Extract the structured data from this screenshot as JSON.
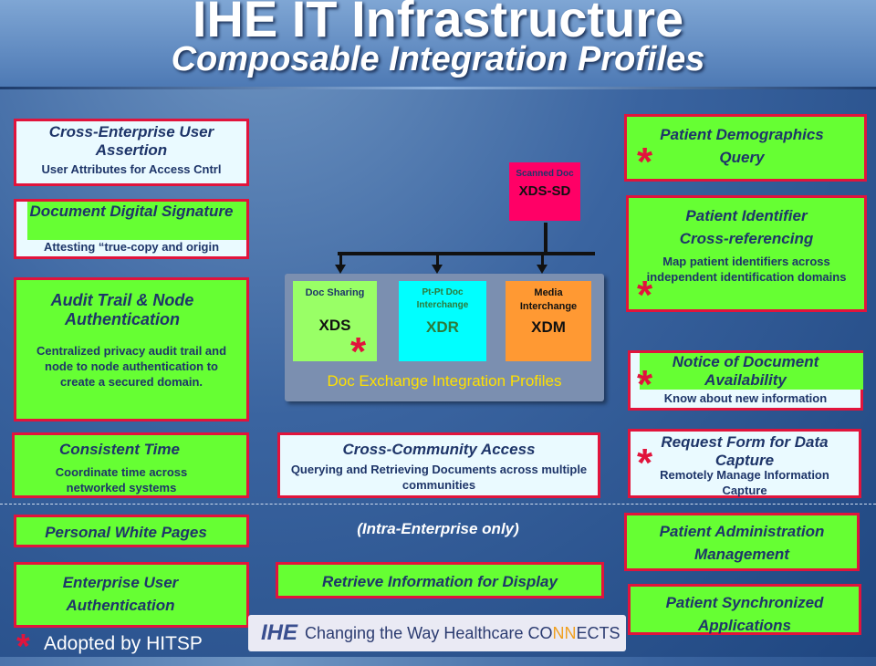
{
  "title": {
    "main": "IHE IT Infrastructure",
    "sub": "Composable Integration Profiles"
  },
  "left": {
    "xua": {
      "title": "Cross-Enterprise User Assertion",
      "desc": "User Attributes for Access Cntrl"
    },
    "dsg": {
      "title": "Document Digital Signature",
      "desc": "Attesting “true-copy and origin"
    },
    "atna": {
      "title": "Audit Trail & Node Authentication",
      "desc": "Centralized privacy audit trail and node to node authentication to create a secured domain."
    },
    "ct": {
      "title": "Consistent Time",
      "desc": "Coordinate time across networked systems"
    },
    "pwp": {
      "title": "Personal White Pages"
    },
    "eua": {
      "title": "Enterprise User Authentication"
    }
  },
  "center": {
    "xdssd": {
      "small": "Scanned Doc",
      "big": "XDS-SD"
    },
    "xds": {
      "small": "Doc Sharing",
      "big": "XDS"
    },
    "xdr": {
      "small": "Pt-Pt Doc Interchange",
      "big": "XDR"
    },
    "xdm": {
      "small": "Media Interchange",
      "big": "XDM"
    },
    "group_label": "Doc Exchange Integration Profiles",
    "xca": {
      "title": "Cross-Community Access",
      "desc": "Querying and Retrieving Documents across multiple communities"
    },
    "intra": "(Intra-Enterprise only)",
    "rid": {
      "title": "Retrieve Information for Display"
    }
  },
  "right": {
    "pdq": {
      "title": "Patient Demographics Query"
    },
    "pix": {
      "title": "Patient Identifier Cross-referencing",
      "desc": "Map patient identifiers across independent identification domains"
    },
    "nav": {
      "title": "Notice of Document Availability",
      "desc": "Know about new information"
    },
    "rfd": {
      "title": "Request Form for Data Capture",
      "desc": "Remotely Manage Information Capture"
    },
    "pam": {
      "title": "Patient Administration Management"
    },
    "psa": {
      "title": "Patient Synchronized Applications"
    }
  },
  "legend": {
    "star": "*",
    "label": "Adopted by HITSP"
  },
  "footer": {
    "logo": "IHE",
    "tagline_a": "Changing the Way Healthcare C",
    "tagline_b": "O",
    "tagline_c": "NN",
    "tagline_d": "ECTS"
  },
  "colors": {
    "red_border": "#e1143c",
    "green": "#66ff33",
    "cyan": "#00ffff",
    "orange": "#ff9933",
    "magenta": "#ff0066",
    "navy_text": "#1e3569"
  }
}
